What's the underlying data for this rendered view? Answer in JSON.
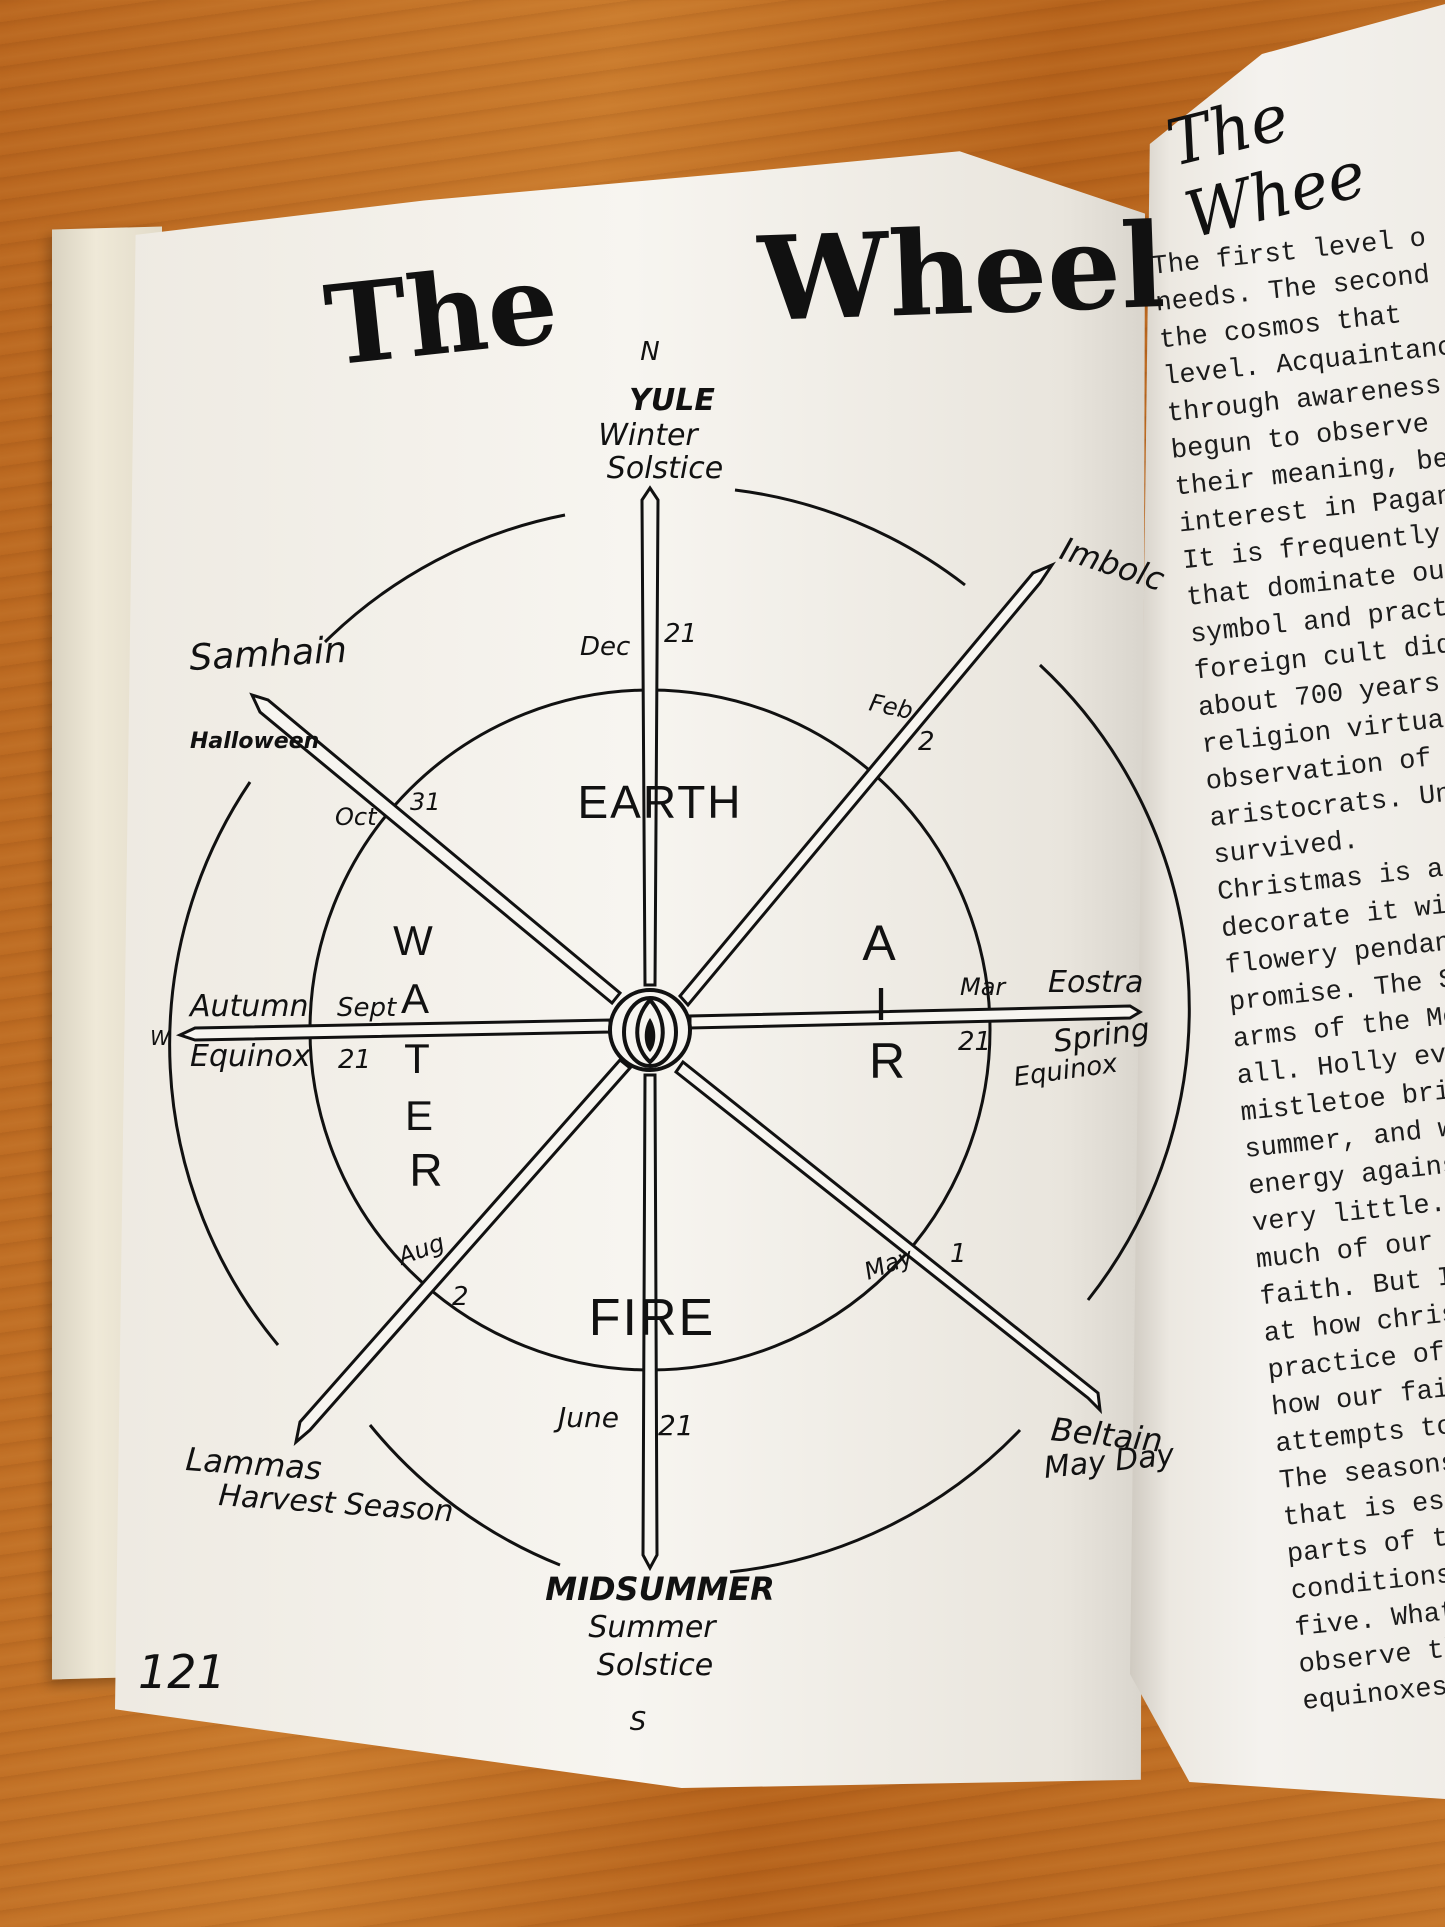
{
  "left_page": {
    "title_left": "The",
    "title_right": "Wheel",
    "compass": {
      "north": "N",
      "west": "W",
      "south": "S"
    },
    "top_label": [
      "YULE",
      "Winter",
      "Solstice"
    ],
    "bottom_label": [
      "MIDSUMMER",
      "Summer",
      "Solstice"
    ],
    "samhain": "Samhain",
    "halloween": "Halloween",
    "imbolc": "Imbolc",
    "autumn": [
      "Autumn",
      "Equinox"
    ],
    "eostra": "Eostra",
    "spring": [
      "Spring",
      "Equinox"
    ],
    "lammas": [
      "Lammas",
      "Harvest Season"
    ],
    "beltain": [
      "Beltain",
      "May Day"
    ],
    "dates": {
      "dec": "Dec",
      "dec_day": "21",
      "feb": "Feb",
      "feb_day": "2",
      "oct": "Oct",
      "oct_day": "31",
      "mar": "Mar",
      "mar_day": "21",
      "sept": "Sept",
      "sept_day": "21",
      "aug": "Aug",
      "aug_day": "2",
      "may": "May",
      "may_day": "1",
      "june": "June",
      "june_day": "21"
    },
    "elements": {
      "earth": "EARTH",
      "air": [
        "A",
        "I",
        "R"
      ],
      "water": [
        "W",
        "A",
        "T",
        "E",
        "R"
      ],
      "fire": "FIRE"
    },
    "page_number": "121"
  },
  "right_page": {
    "title": "The Whee",
    "lines": [
      "The first level o",
      "needs. The second",
      "the cosmos that",
      "level. Acquaintanc",
      "through awareness",
      "begun to observe S",
      "their meaning, bei",
      "interest in Paganis",
      "It is frequently",
      "that dominate our",
      "symbol and practic",
      "foreign cult did",
      "about 700 years",
      "religion virtuall",
      "observation of t",
      "aristocrats. Under",
      "survived.",
      "Christmas is a g",
      "decorate it with",
      "flowery pendants,",
      "promise. The Sun/s",
      "arms of the Mothe",
      "all. Holly evokes",
      "mistletoe brings",
      "summer, and we fe",
      "energy against th",
      "very little. Some",
      "much of our tradi",
      "faith. But I thin",
      "at how christiani",
      "practice of Pagan",
      "how our faith has",
      "attempts to destr",
      "The seasons repe",
      "that is essential",
      "parts of the w",
      "conditions so tha",
      "five. Whatever th",
      "observe the midwi",
      "equinoxes, becaus"
    ]
  }
}
